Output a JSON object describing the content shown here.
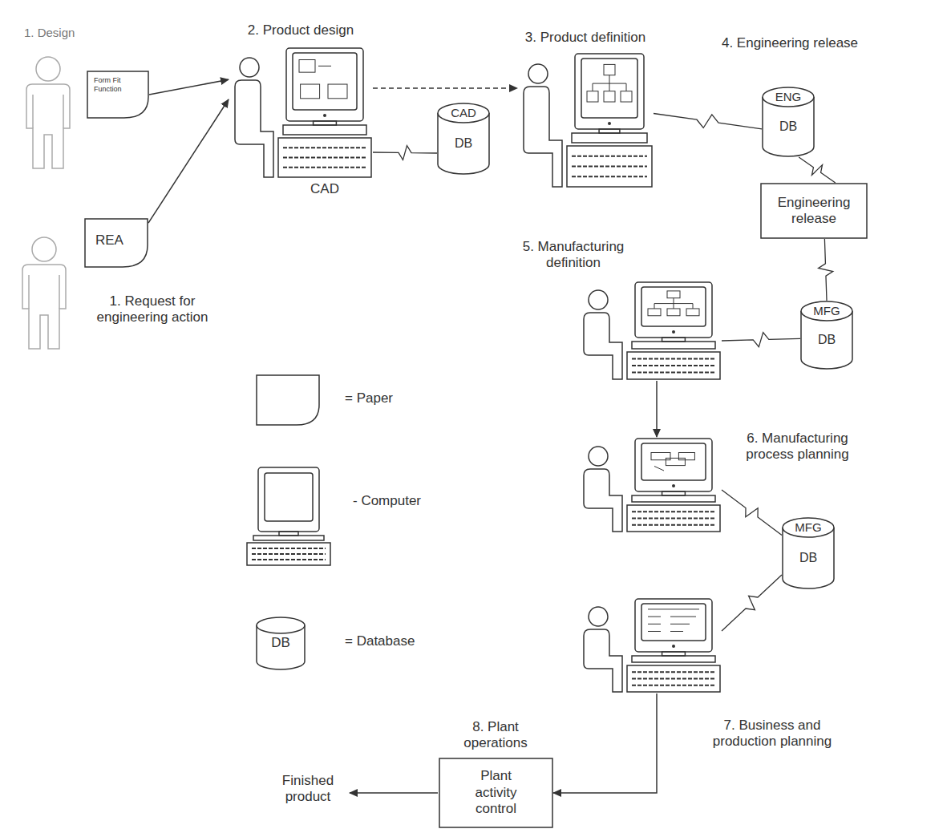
{
  "diagram": {
    "nodes": [
      {
        "text": [
          "Form Fit Function"
        ]
      },
      {
        "text": [
          "2. Product design",
          "CAD"
        ]
      },
      {
        "text": [
          "CAD",
          "DB"
        ]
      },
      {
        "text": [
          "3. Product definition"
        ]
      },
      {
        "text": [
          "ENG",
          "DB"
        ]
      },
      {
        "text": [
          "Engineering release"
        ]
      },
      {
        "text": [
          "REA"
        ]
      },
      {
        "text": [
          "5. Manufacturing definition"
        ]
      },
      {
        "text": [
          "MFG",
          "DB"
        ]
      },
      {
        "text": [
          "6. Manufacturing process planning"
        ]
      },
      {
        "text": [
          "MFG",
          "DB"
        ]
      },
      {
        "text": [
          "7. Business and production planning"
        ]
      },
      {
        "text": [
          "8. Plant operations",
          "Plant activity control"
        ]
      }
    ],
    "edges": [
      {
        "from": 0,
        "to": 1,
        "arrow": "to"
      },
      {
        "from": 6,
        "to": 1,
        "arrow": "to"
      },
      {
        "from": 1,
        "to": 2,
        "arrow": "none"
      },
      {
        "from": 1,
        "to": 3,
        "arrow": "to"
      },
      {
        "from": 3,
        "to": 4,
        "arrow": "none"
      },
      {
        "from": 4,
        "to": 5,
        "arrow": "none"
      },
      {
        "from": 5,
        "to": 8,
        "arrow": "none"
      },
      {
        "from": 8,
        "to": 7,
        "arrow": "none"
      },
      {
        "from": 7,
        "to": 9,
        "arrow": "to"
      },
      {
        "from": 9,
        "to": 10,
        "arrow": "none"
      },
      {
        "from": 10,
        "to": 11,
        "arrow": "none"
      },
      {
        "from": 11,
        "to": 12,
        "arrow": "to"
      }
    ],
    "labels": [
      "1. Design",
      "4. Engineering release",
      "1. Request for engineering action",
      "DB",
      "Finished product"
    ],
    "legend": [
      {
        "text": "= Paper"
      },
      {
        "text": "- Computer"
      },
      {
        "text": "= Database"
      }
    ]
  }
}
